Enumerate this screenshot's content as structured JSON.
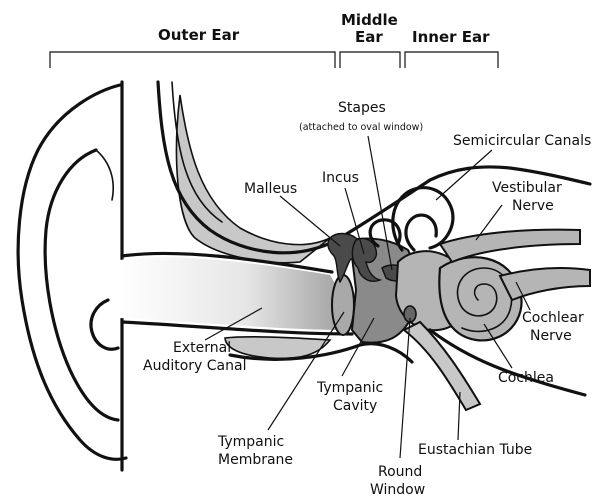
{
  "sections": {
    "outer": "Outer Ear",
    "middle_line1": "Middle",
    "middle_line2": "Ear",
    "inner": "Inner Ear"
  },
  "labels": {
    "stapes": "Stapes",
    "stapes_note": "(attached to oval window)",
    "semicircular": "Semicircular Canals",
    "incus": "Incus",
    "malleus": "Malleus",
    "vestibular_1": "Vestibular",
    "vestibular_2": "Nerve",
    "cochlear_nerve_1": "Cochlear",
    "cochlear_nerve_2": "Nerve",
    "external_1": "External",
    "external_2": "Auditory Canal",
    "cavity_1": "Tympanic",
    "cavity_2": "Cavity",
    "cochlea": "Cochlea",
    "membrane_1": "Tympanic",
    "membrane_2": "Membrane",
    "eustachian": "Eustachian Tube",
    "round_1": "Round",
    "round_2": "Window"
  },
  "colors": {
    "ink": "#111111",
    "light_gray": "#c8c8c8",
    "mid_gray": "#a9a9a9",
    "dark_gray": "#6e6e6e",
    "cochlea_gray": "#b5b5b5"
  }
}
